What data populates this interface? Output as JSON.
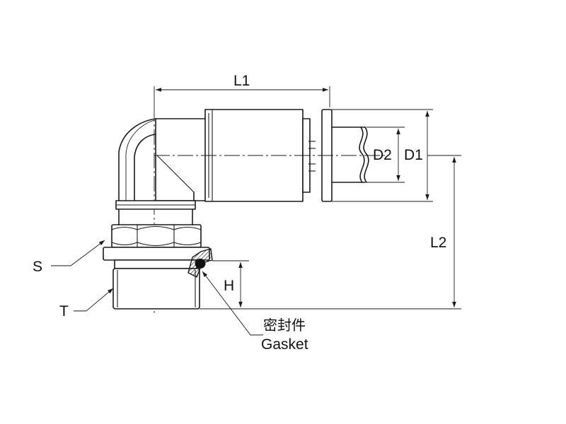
{
  "labels": {
    "l1": "L1",
    "l2": "L2",
    "d1": "D1",
    "d2": "D2",
    "h": "H",
    "s": "S",
    "t": "T",
    "gasket_cn": "密封件",
    "gasket_en": "Gasket"
  },
  "colors": {
    "line": "#1a1a1a",
    "background": "#ffffff"
  }
}
